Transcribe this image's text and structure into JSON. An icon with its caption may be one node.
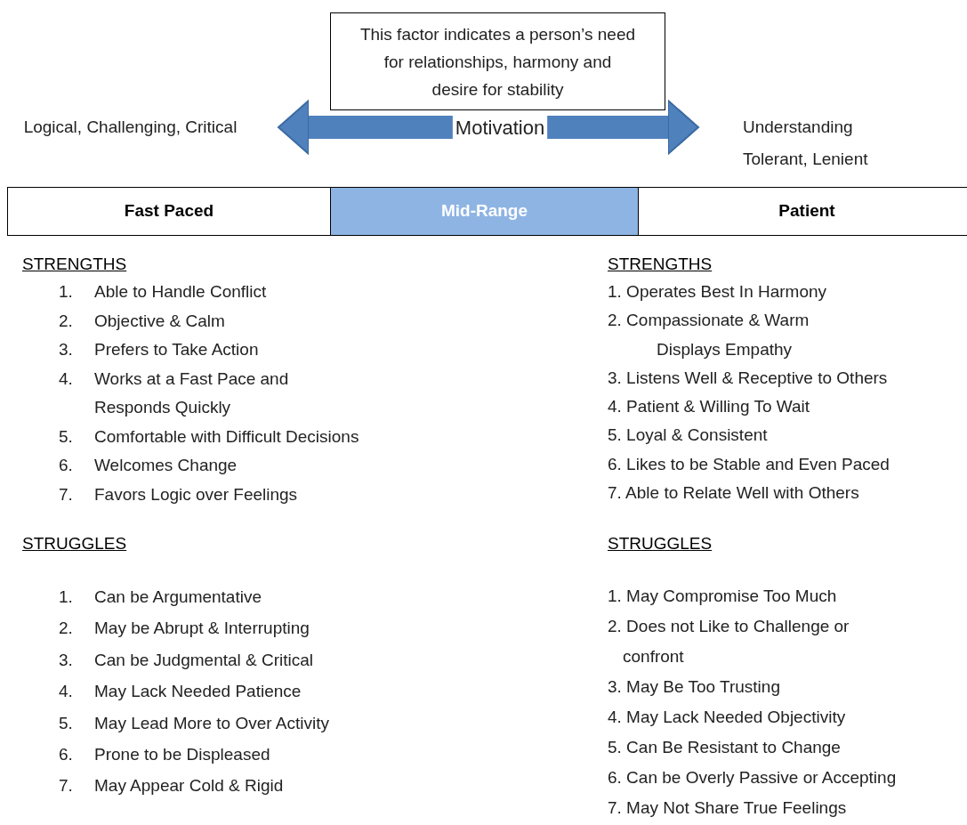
{
  "diagram": {
    "nodes": [
      {
        "text": [
          "This factor indicates a person’s need for relationships, harmony and desire for stability"
        ]
      },
      {
        "text": [
          "Motivation"
        ]
      },
      {
        "text": [
          "Logical, Challenging, Critical"
        ]
      },
      {
        "text": [
          "Understanding",
          "Tolerant, Lenient"
        ]
      },
      {
        "text": [
          "Fast Paced"
        ]
      },
      {
        "text": [
          "Mid-Range"
        ]
      },
      {
        "text": [
          "Patient"
        ]
      }
    ],
    "edges": [
      {
        "from": 1,
        "to": 2,
        "arrow": "to"
      },
      {
        "from": 1,
        "to": 3,
        "arrow": "to"
      }
    ],
    "labels": [
      "STRENGTHS",
      "1.",
      "Able to Handle Conflict",
      "2.",
      "Objective & Calm",
      "3.",
      "Prefers to Take Action",
      "4.",
      "Works at a Fast Pace and Responds Quickly",
      "5.",
      "Comfortable with Difficult Decisions",
      "6.",
      "Welcomes Change",
      "7.",
      "Favors Logic over Feelings",
      "STRUGGLES",
      "1.",
      "Can be Argumentative",
      "2.",
      "May be Abrupt  & Interrupting",
      "3.",
      "Can be Judgmental  & Critical",
      "4.",
      "May Lack Needed Patience",
      "5.",
      "May Lead More to Over Activity",
      "6.",
      "Prone to be Displeased",
      "7.",
      "May Appear Cold & Rigid",
      "STRENGTHS",
      "1. Operates Best In Harmony",
      "2. Compassionate & Warm",
      "Displays Empathy",
      "3. Listens Well & Receptive to Others",
      "4. Patient & Willing To Wait",
      "5. Loyal & Consistent",
      "6. Likes to be Stable and Even Paced",
      "7. Able to Relate Well with Others",
      "STRUGGLES",
      "1. May Compromise Too Much",
      "2. Does not Like to Challenge or confront",
      "3. May Be Too Trusting",
      "4. May Lack Needed Objectivity",
      "5. Can Be Resistant to Change",
      "6. Can be Overly Passive or Accepting",
      "7. May Not Share True Feelings"
    ]
  }
}
